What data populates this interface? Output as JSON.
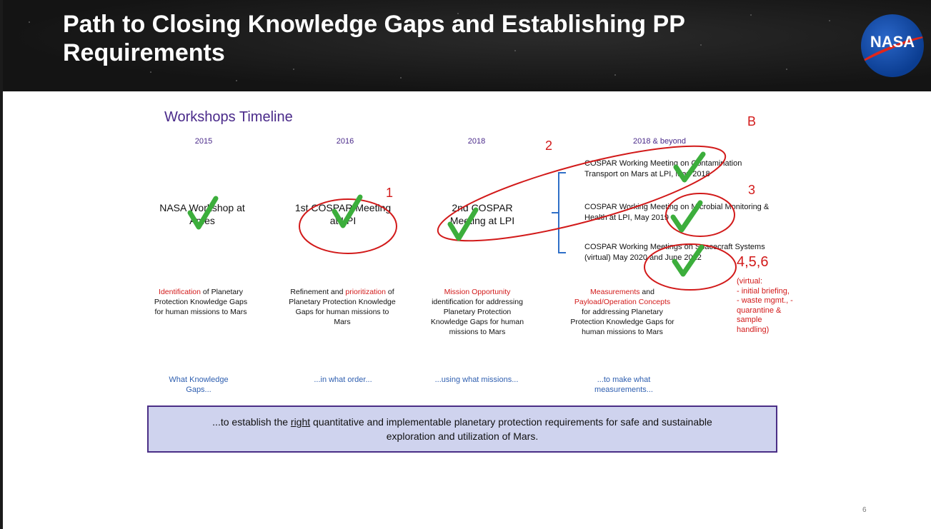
{
  "header": {
    "title": "Path to Closing Knowledge Gaps and Establishing PP\nRequirements",
    "logo_text": "NASA"
  },
  "timeline": {
    "heading": "Workshops Timeline",
    "years": [
      "2015",
      "2016",
      "2018",
      "2018 & beyond"
    ],
    "nodes": [
      {
        "line1": "NASA Workshop at",
        "line2": "Ames"
      },
      {
        "line1": "1st COSPAR Meeting",
        "line2": "at LPI"
      },
      {
        "line1": "2nd COSPAR",
        "line2": "Meeting at LPI"
      }
    ],
    "meetings": [
      {
        "line1": "COSPAR Working Meeting on Contamination",
        "line2": "Transport on Mars at LPI, May 2018"
      },
      {
        "line1": "COSPAR Working Meeting on Microbial Monitoring &",
        "line2": "Health at LPI, May 2019"
      },
      {
        "line1": "COSPAR Working Meetings on Spacecraft Systems",
        "line2": "(virtual) May 2020 and June 2022"
      }
    ],
    "descriptions": {
      "d1": {
        "hl": "Identification",
        "rest": " of Planetary Protection Knowledge Gaps for human missions to Mars"
      },
      "d2": {
        "pre": "Refinement and ",
        "hl": "prioritization",
        "rest": " of Planetary Protection Knowledge Gaps for human missions to Mars"
      },
      "d3": {
        "hl": "Mission Opportunity",
        "rest": " identification for addressing Planetary Protection Knowledge Gaps for human missions to Mars"
      },
      "d4": {
        "hl": "Measurements",
        "mid": " and ",
        "hl2": "Payload/Operation Concepts",
        "rest": " for addressing Planetary Protection Knowledge Gaps for human missions to Mars"
      }
    },
    "questions": [
      "What Knowledge Gaps...",
      "...in what order...",
      "...using what missions...",
      "...to make what measurements..."
    ],
    "banner": {
      "pre": "...to establish the ",
      "underlined": "right",
      "post": " quantitative and implementable planetary protection requirements for safe and sustainable exploration and utilization of Mars."
    }
  },
  "annotations": {
    "labels": [
      "1",
      "2",
      "3",
      "B",
      "4,5,6"
    ],
    "note": "(virtual:\n- initial briefing,\n- waste mgmt., -\nquarantine &\nsample\nhandling)",
    "check_color": "#3cae3c",
    "mark_color": "#d21a1a"
  },
  "page_number": "6"
}
